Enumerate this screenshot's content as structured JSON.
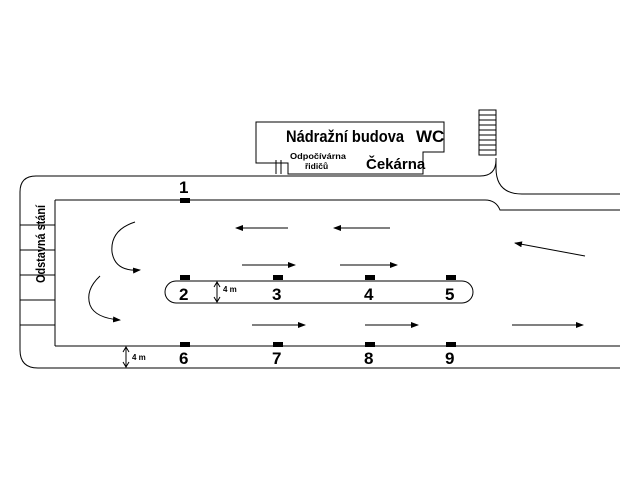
{
  "building": {
    "title": "Nádražní budova",
    "wc": "WC",
    "rest_line1": "Odpočívárna",
    "rest_line2": "řidičů",
    "waiting": "Čekárna"
  },
  "parking": {
    "label": "Odstavná stání"
  },
  "dimensions": {
    "island_width": "4 m",
    "lane_width": "4 m"
  },
  "stands": [
    {
      "number": "1"
    },
    {
      "number": "2"
    },
    {
      "number": "3"
    },
    {
      "number": "4"
    },
    {
      "number": "5"
    },
    {
      "number": "6"
    },
    {
      "number": "7"
    },
    {
      "number": "8"
    },
    {
      "number": "9"
    }
  ],
  "colors": {
    "line": "#000000",
    "background": "#ffffff"
  }
}
